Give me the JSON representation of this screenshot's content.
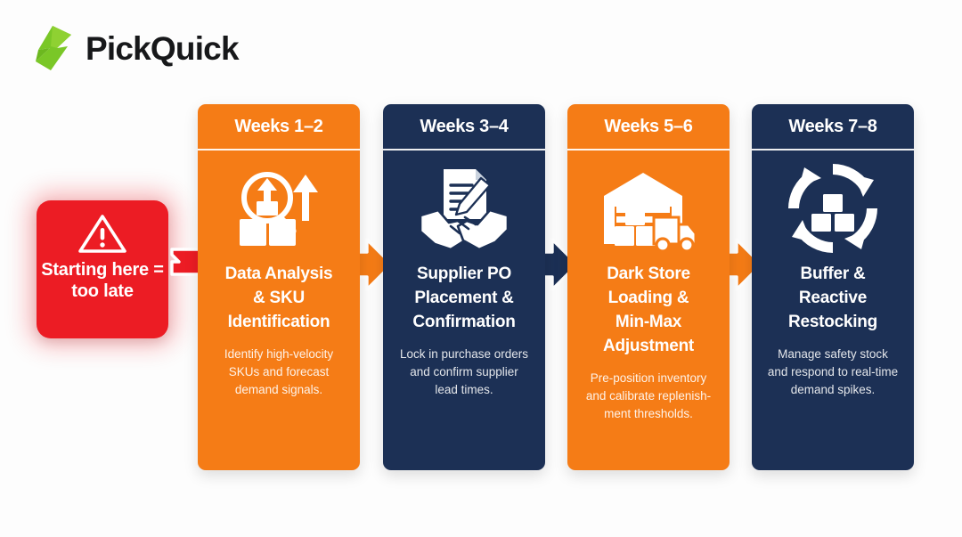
{
  "brand": {
    "name": "PickQuick",
    "logo_icon": "green-bolt-logo-icon",
    "logo_color": "#7ac727",
    "text_color": "#17181a"
  },
  "alert": {
    "icon": "warning-triangle-icon",
    "text": "Starting\nhere =\ntoo late",
    "bg_color": "#ec1c24",
    "text_color": "#ffffff"
  },
  "colors": {
    "orange": "#f57c16",
    "navy": "#1c3055",
    "red": "#ec1c24",
    "white": "#ffffff",
    "background": "#fdfdfd"
  },
  "arrows": [
    {
      "name": "arrow-alert-to-step-1",
      "color": "#ec1c24",
      "outline": "#ffffff",
      "direction": "right"
    },
    {
      "name": "arrow-step-1-to-step-2",
      "color": "#f57c16",
      "outline": "#ffffff",
      "direction": "right"
    },
    {
      "name": "arrow-step-2-to-step-3",
      "color": "#1c3055",
      "outline": "#ffffff",
      "direction": "right"
    },
    {
      "name": "arrow-step-3-to-step-4",
      "color": "#f57c16",
      "outline": "#ffffff",
      "direction": "right"
    }
  ],
  "steps": [
    {
      "header": "Weeks 1–2",
      "icon": "magnifier-boxes-growth-arrow-icon",
      "title": "Data Analysis\n& SKU\nIdentification",
      "description": "Identify high-velocity\nSKUs and forecast\ndemand signals.",
      "theme": "orange"
    },
    {
      "header": "Weeks 3–4",
      "icon": "handshake-contract-signing-icon",
      "title": "Supplier PO\nPlacement &\nConfirmation",
      "description": "Lock in purchase orders\nand confirm supplier\nlead times.",
      "theme": "navy"
    },
    {
      "header": "Weeks 5–6",
      "icon": "warehouse-truck-boxes-icon",
      "title": "Dark Store\nLoading &\nMin-Max\nAdjustment",
      "description": "Pre-position inventory\nand calibrate replenish-\nment thresholds.",
      "theme": "orange"
    },
    {
      "header": "Weeks 7–8",
      "icon": "circular-arrows-boxes-restock-icon",
      "title": "Buffer &\nReactive\nRestocking",
      "description": "Manage safety stock\nand respond to real-time\ndemand spikes.",
      "theme": "navy"
    }
  ]
}
